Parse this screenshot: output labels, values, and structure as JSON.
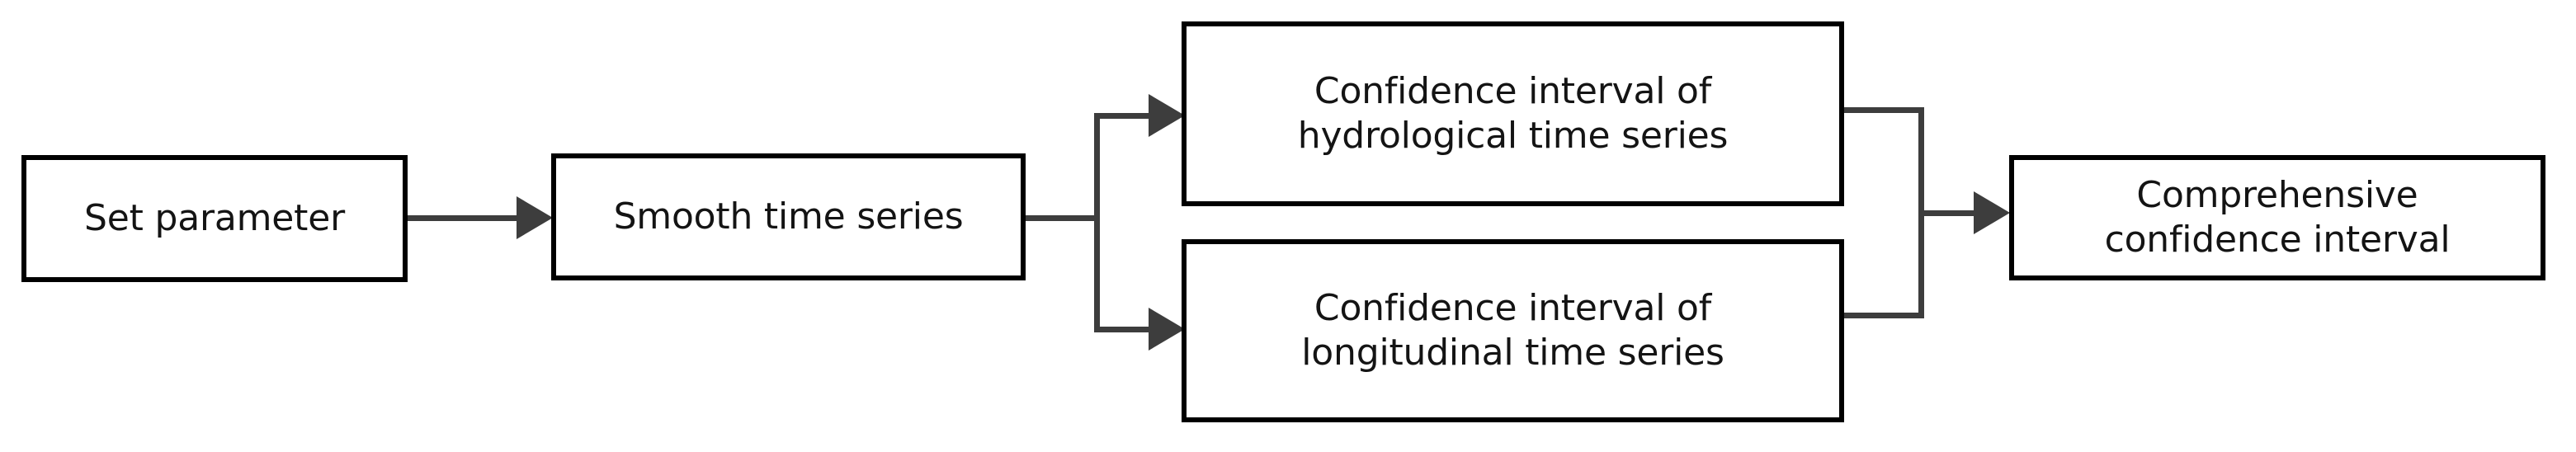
{
  "diagram": {
    "title": "Comprehensive confidence interval flowchart",
    "type": "flowchart",
    "orientation": "left-to-right",
    "style": {
      "node_border_color": "#000000",
      "node_fill_color": "#ffffff",
      "connector_color": "#3d3d3d",
      "text_color": "#141414",
      "background_color": "#ffffff"
    },
    "nodes": [
      {
        "id": "set-parameter",
        "label": "Set parameter",
        "lines": [
          "Set parameter"
        ],
        "shape": "rectangle"
      },
      {
        "id": "smooth-time-series",
        "label": "Smooth time series",
        "lines": [
          "Smooth time series"
        ],
        "shape": "rectangle"
      },
      {
        "id": "ci-hydrological",
        "label": "Confidence interval of hydrological time series",
        "lines": [
          "Confidence interval of",
          "hydrological time series"
        ],
        "shape": "rectangle"
      },
      {
        "id": "ci-longitudinal",
        "label": "Confidence interval of longitudinal time series",
        "lines": [
          "Confidence interval of",
          "longitudinal time series"
        ],
        "shape": "rectangle"
      },
      {
        "id": "comprehensive-ci",
        "label": "Comprehensive confidence interval",
        "lines": [
          "Comprehensive",
          "confidence interval"
        ],
        "shape": "rectangle"
      }
    ],
    "edges": [
      {
        "from": "set-parameter",
        "to": "smooth-time-series",
        "label": "",
        "arrow": "single"
      },
      {
        "from": "smooth-time-series",
        "to": "ci-hydrological",
        "label": "",
        "arrow": "single"
      },
      {
        "from": "smooth-time-series",
        "to": "ci-longitudinal",
        "label": "",
        "arrow": "single"
      },
      {
        "from": "ci-hydrological",
        "to": "comprehensive-ci",
        "label": "",
        "arrow": "single"
      },
      {
        "from": "ci-longitudinal",
        "to": "comprehensive-ci",
        "label": "",
        "arrow": "single"
      }
    ]
  }
}
